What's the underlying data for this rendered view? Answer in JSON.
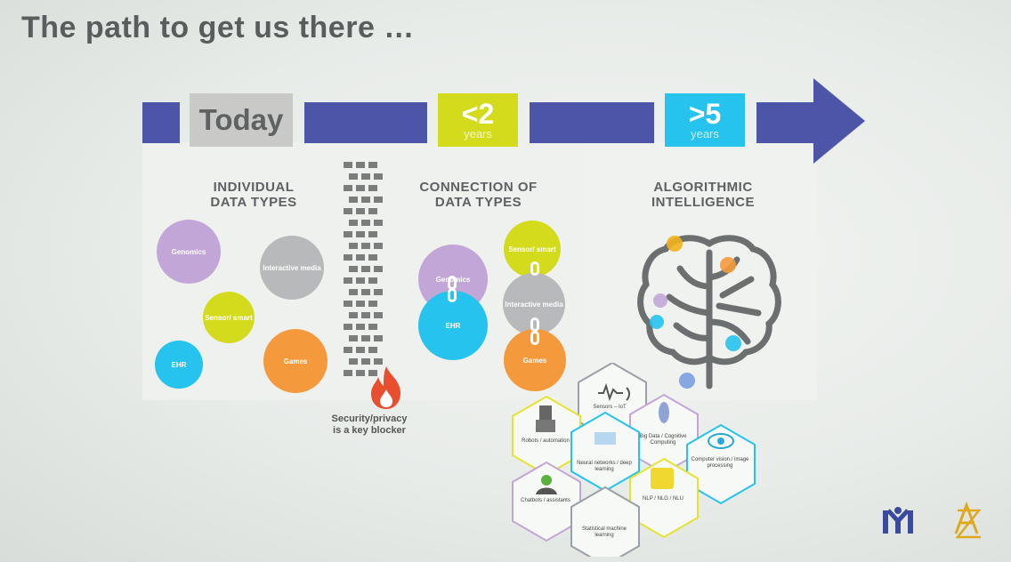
{
  "title": "The path to get us there …",
  "timeline": {
    "today": "Today",
    "stage2_value": "<2",
    "stage2_unit": "years",
    "stage3_value": ">5",
    "stage3_unit": "years"
  },
  "columns": {
    "col1": [
      "INDIVIDUAL",
      "DATA TYPES"
    ],
    "col2": [
      "CONNECTION OF",
      "DATA TYPES"
    ],
    "col3": [
      "ALGORITHMIC",
      "INTELLIGENCE"
    ]
  },
  "bubbles_individual": {
    "genomics": "Genomics",
    "interactive_media": "Interactive media",
    "sensor_smart": "Sensor/ smart",
    "ehr": "EHR",
    "other": "Games"
  },
  "bubbles_connected": {
    "sensor_smart": "Sensor/ smart",
    "genomics": "Genomics",
    "interactive_media": "Interactive media",
    "ehr": "EHR",
    "other": "Games"
  },
  "blocker_caption": [
    "Security/privacy",
    "is a key blocker"
  ],
  "hexagons": {
    "sensors": "Sensors – IoT",
    "robots": "Robots / automation",
    "big_data": "Big Data / Cognitive Computing",
    "neural": "Neural networks / deep learning",
    "vision": "Computer vision / image processing",
    "chatbots": "Chatbots / assistants",
    "nlp": "NLP / NLG / NLU",
    "statistical": "Statistical machine learning"
  },
  "colors": {
    "timeline": "#4d55a8",
    "today": "#c9cac8",
    "stage2": "#d4db1d",
    "stage3": "#26c3ee",
    "purple": "#c3a6d8",
    "grey": "#b8b9ba",
    "yellow": "#d4db1d",
    "blue": "#26c3ee",
    "orange": "#f59a3c",
    "fire": "#e94e2e"
  },
  "icons": [
    "brain-circuit-icon",
    "brick-wall-icon",
    "fire-icon",
    "chain-link-icon",
    "eye-icon",
    "robot-icon",
    "sound-wave-icon",
    "logo-m-icon",
    "logo-az-icon"
  ]
}
